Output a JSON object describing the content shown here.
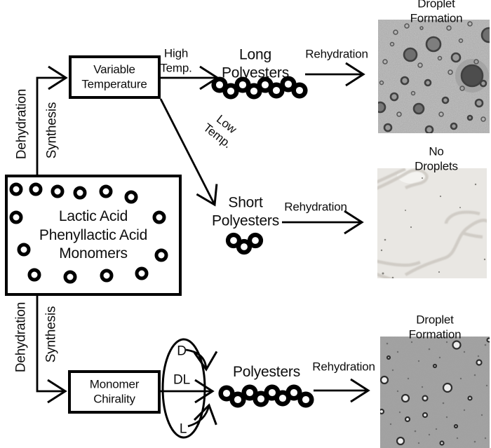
{
  "figure": {
    "boxes": {
      "variable_temperature": "Variable\nTemperature",
      "monomers": "Lactic Acid\nPhenyllactic Acid\nMonomers",
      "monomer_chirality": "Monomer\nChirality"
    },
    "labels": {
      "dehydration_top": "Dehydration",
      "synthesis_top": "Synthesis",
      "dehydration_bottom": "Dehydration",
      "synthesis_bottom": "Synthesis",
      "high_temp": "High\nTemp.",
      "low_temp": "Low\nTemp.",
      "long_polyesters": "Long\nPolyesters",
      "short_polyesters": "Short\nPolyesters",
      "polyesters": "Polyesters",
      "rehydration_top": "Rehydration",
      "rehydration_middle": "Rehydration",
      "rehydration_bottom": "Rehydration",
      "chirality_d": "D",
      "chirality_dl": "DL",
      "chirality_l": "L"
    },
    "micrographs": {
      "top_title": "Droplet Formation",
      "middle_title": "No Droplets",
      "bottom_title": "Droplet Formation"
    },
    "colors": {
      "line": "#000000",
      "background": "#ffffff",
      "micrograph_top_gray": "#a9a9a9",
      "micrograph_middle_gray": "#e9e7e3",
      "micrograph_bottom_gray": "#a2a2a2"
    }
  }
}
